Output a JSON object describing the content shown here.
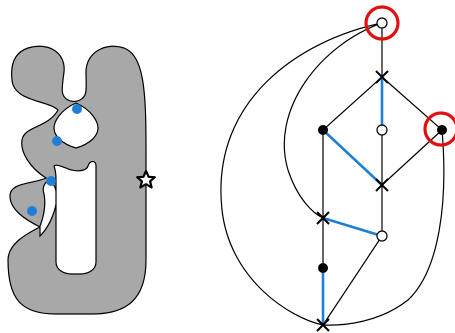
{
  "colors": {
    "surface_fill": "#a8a8a8",
    "outline": "#000000",
    "marked_point": "#1f7fd6",
    "highlighted_edge": "#1f7fd6",
    "highlight_circle": "#e01010",
    "filled_vertex": "#000000",
    "hollow_vertex_fill": "#ffffff"
  },
  "icons": {
    "star_marker": "star-outline-icon",
    "saddle_vertex": "cross-icon",
    "filled_vertex": "filled-dot-icon",
    "hollow_vertex": "hollow-dot-icon"
  },
  "left_panel": {
    "marked_points_count": 4,
    "star_count": 1
  },
  "right_panel": {
    "vertex_counts": {
      "hollow": 3,
      "filled": 3,
      "cross": 4
    },
    "highlighted_vertices": 2
  }
}
